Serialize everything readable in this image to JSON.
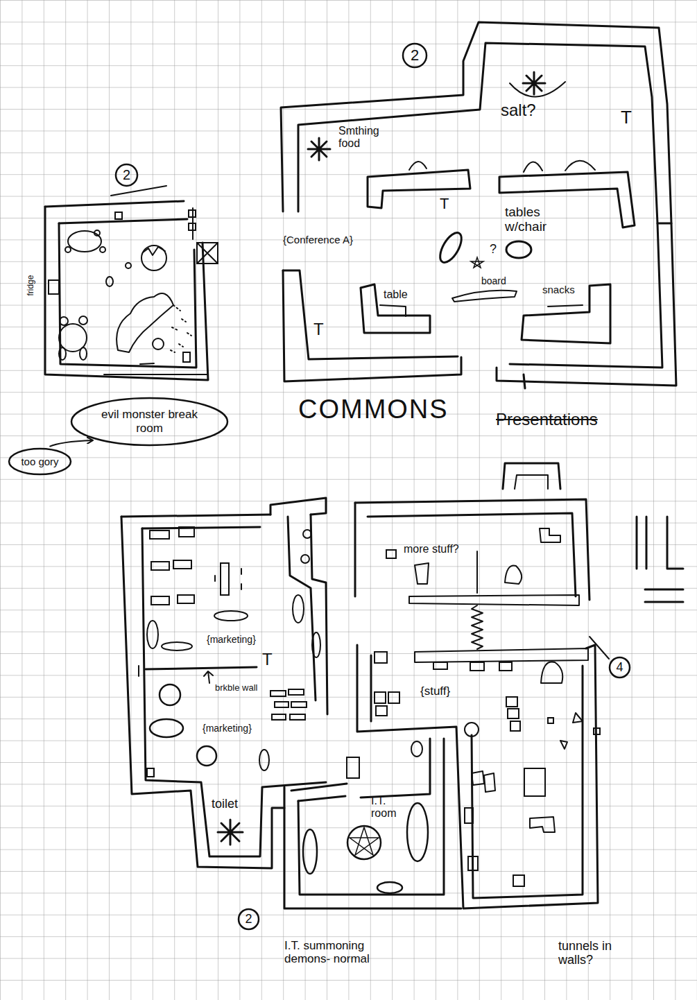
{
  "diagram": {
    "nodes": [
      {
        "text": [
          "2"
        ]
      },
      {
        "text": [
          "2"
        ]
      },
      {
        "text": [
          "evil monster break room"
        ]
      },
      {
        "text": [
          "too gory"
        ]
      },
      {
        "text": [
          "4"
        ]
      },
      {
        "text": [
          "2"
        ]
      }
    ],
    "edges": [
      {
        "from": 3,
        "to": 2,
        "arrow": "to"
      }
    ],
    "labels": [
      "salt?",
      "T",
      "Smthing food",
      "T",
      "tables w/chair",
      "{Conference A}",
      "?",
      "board",
      "table",
      "snacks",
      "T",
      "COMMONS",
      "Presentations",
      "fridge",
      "more stuff?",
      "{marketing}",
      "T",
      "brkble wall",
      "{marketing}",
      "{stuff}",
      "toilet",
      "I.T. room",
      "I.T. summoning demons- normal",
      "tunnels in walls?"
    ]
  }
}
